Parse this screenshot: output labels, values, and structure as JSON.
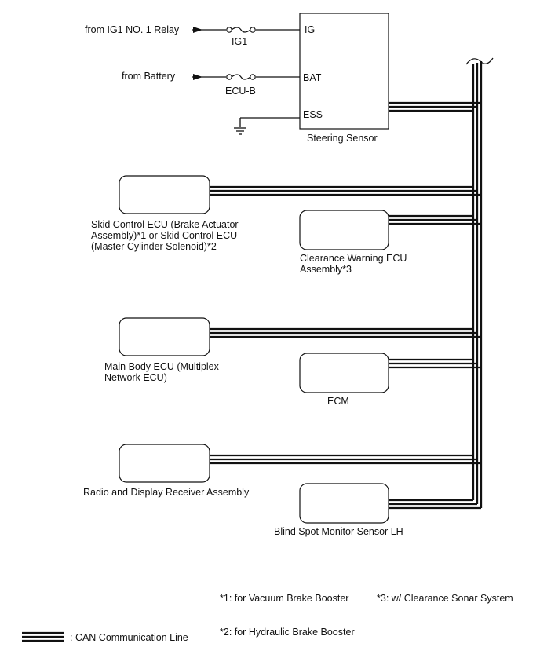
{
  "sources": {
    "ig1_relay": "from IG1 NO. 1 Relay",
    "battery": "from Battery"
  },
  "fuses": {
    "ig1": "IG1",
    "ecu_b": "ECU-B"
  },
  "steering_sensor": {
    "name": "Steering Sensor",
    "pins": [
      "IG",
      "BAT",
      "ESS"
    ]
  },
  "ecus": {
    "skid_control": [
      "Skid Control ECU (Brake Actuator",
      "Assembly)*1 or Skid Control ECU",
      "(Master Cylinder Solenoid)*2"
    ],
    "clearance_warning": [
      "Clearance Warning ECU",
      "Assembly*3"
    ],
    "main_body": [
      "Main Body ECU (Multiplex",
      "Network ECU)"
    ],
    "ecm": "ECM",
    "radio": "Radio and Display Receiver Assembly",
    "blind_spot": "Blind Spot Monitor Sensor LH"
  },
  "notes": {
    "n1": "*1: for Vacuum Brake Booster",
    "n2": "*2: for Hydraulic Brake Booster",
    "n3": "*3: w/ Clearance Sonar System"
  },
  "legend": {
    "can_line": ": CAN Communication Line"
  }
}
